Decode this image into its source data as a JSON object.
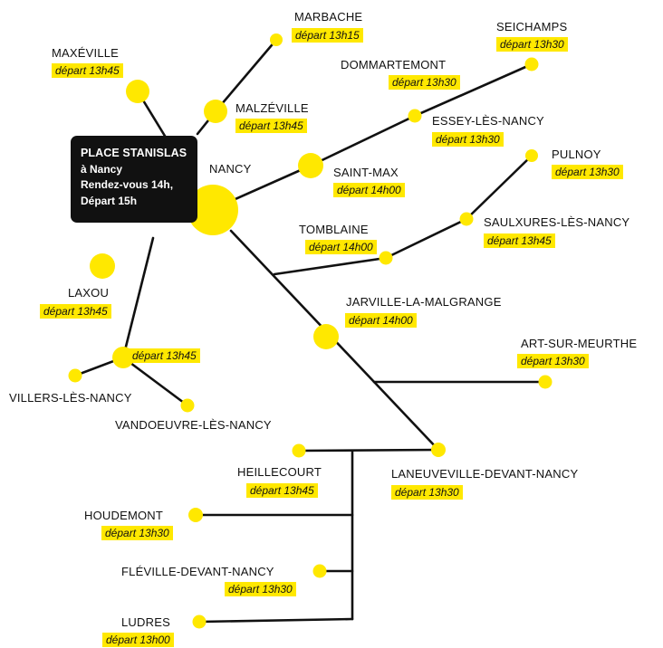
{
  "callout": {
    "title": "PLACE STANISLAS",
    "line1": "à Nancy",
    "line2": "Rendez-vous 14h,",
    "line3": "Départ 15h"
  },
  "towns": {
    "marbache": {
      "name": "MARBACHE",
      "depart": "départ 13h15"
    },
    "maxeville": {
      "name": "MAXÉVILLE",
      "depart": "départ 13h45"
    },
    "malzeville": {
      "name": "MALZÉVILLE",
      "depart": "départ 13h45"
    },
    "seichamps": {
      "name": "SEICHAMPS",
      "depart": "départ 13h30"
    },
    "dommartemont": {
      "name": "DOMMARTEMONT",
      "depart": "départ 13h30"
    },
    "essey": {
      "name": "ESSEY-LÈS-NANCY",
      "depart": "départ 13h30"
    },
    "nancy": {
      "name": "NANCY"
    },
    "saint_max": {
      "name": "SAINT-MAX",
      "depart": "départ 14h00"
    },
    "pulnoy": {
      "name": "PULNOY",
      "depart": "départ 13h30"
    },
    "tomblaine": {
      "name": "TOMBLAINE",
      "depart": "départ 14h00"
    },
    "saulxures": {
      "name": "SAULXURES-LÈS-NANCY",
      "depart": "départ 13h45"
    },
    "laxou": {
      "name": "LAXOU",
      "depart": "départ 13h45"
    },
    "jarville": {
      "name": "JARVILLE-LA-MALGRANGE",
      "depart": "départ 14h00"
    },
    "vandoeuvre_hub": {
      "depart": "départ 13h45"
    },
    "art_sur_meurthe": {
      "name": "ART-SUR-MEURTHE",
      "depart": "départ 13h30"
    },
    "villers": {
      "name": "VILLERS-LÈS-NANCY"
    },
    "vandoeuvre": {
      "name": "VANDOEUVRE-LÈS-NANCY"
    },
    "heillecourt": {
      "name": "HEILLECOURT",
      "depart": "départ 13h45"
    },
    "laneuveville": {
      "name": "LANEUVEVILLE-DEVANT-NANCY",
      "depart": "départ 13h30"
    },
    "houdemont": {
      "name": "HOUDEMONT",
      "depart": "départ 13h30"
    },
    "fleville": {
      "name": "FLÉVILLE-DEVANT-NANCY",
      "depart": "départ 13h30"
    },
    "ludres": {
      "name": "LUDRES",
      "depart": "départ 13h00"
    }
  },
  "colors": {
    "node": "#ffe800",
    "line": "#111111",
    "callout_bg": "#111111"
  }
}
